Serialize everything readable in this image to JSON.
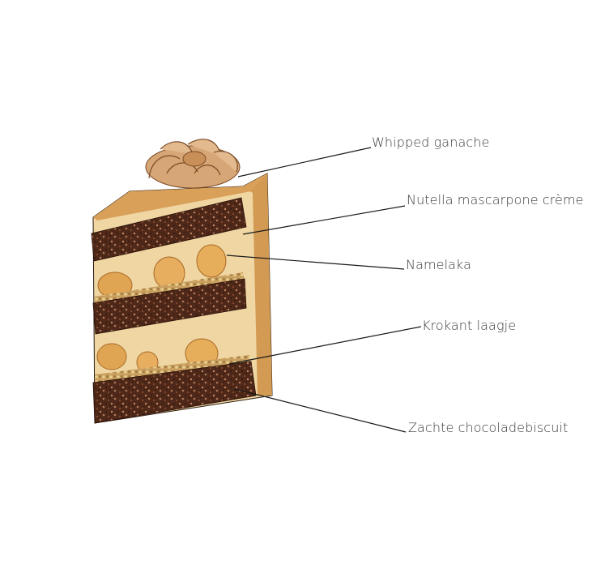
{
  "callouts": [
    {
      "label": "Whipped ganache"
    },
    {
      "label": "Nutella mascarpone crème"
    },
    {
      "label": "Namelaka"
    },
    {
      "label": "Krokant laagje"
    },
    {
      "label": "Zachte chocoladebiscuit"
    }
  ],
  "colors": {
    "background": "#ffffff",
    "cream": "#f0d9a8",
    "cake_side": "#d9a55c",
    "chocolate_biscuit": "#5a3020",
    "hazelnut": "#e2a95a",
    "ganache": "#d8a878",
    "leader_line": "#1a1a1a",
    "label_text": "#3a3a3a"
  }
}
